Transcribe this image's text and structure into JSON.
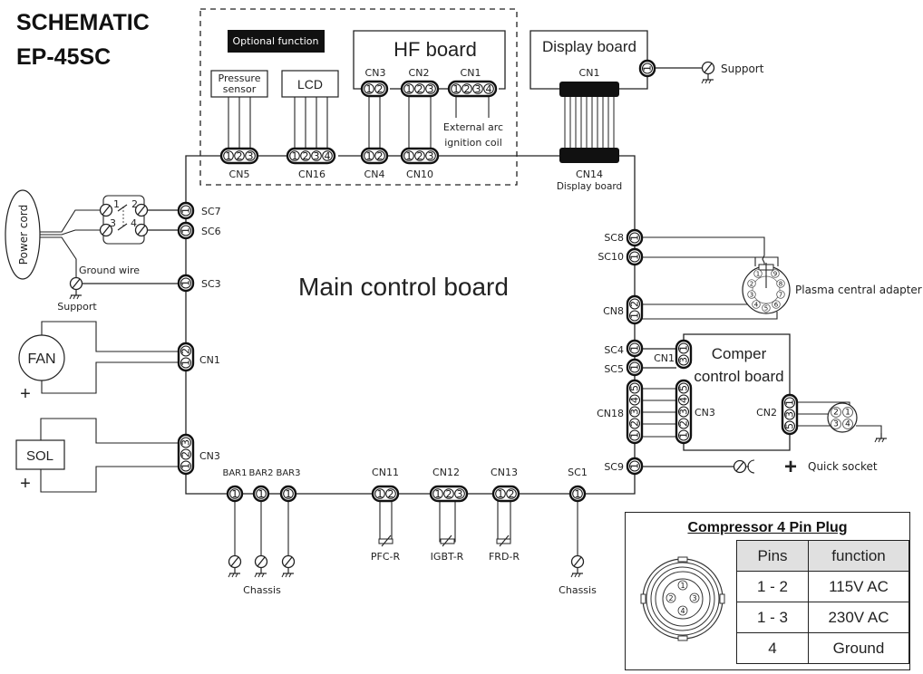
{
  "title": {
    "line1": "SCHEMATIC",
    "line2": "EP-45SC"
  },
  "optional": {
    "label": "Optional function",
    "pressure_sensor": [
      "Pressure",
      "sensor"
    ],
    "lcd": "LCD"
  },
  "hf_board": {
    "title": "HF board",
    "cn3": "CN3",
    "cn2": "CN2",
    "cn1": "CN1",
    "coil": [
      "External arc",
      "ignition coil"
    ]
  },
  "display_board": {
    "title": "Display board",
    "cn1": "CN1",
    "support": "Support",
    "cn14": "CN14",
    "cn14_sub": "Display board"
  },
  "main_board": {
    "title": "Main control board"
  },
  "top_connectors": {
    "cn5": "CN5",
    "cn16": "CN16",
    "cn4": "CN4",
    "cn10": "CN10"
  },
  "left": {
    "power_cord": "Power cord",
    "switch_pins": [
      "1",
      "2",
      "3",
      "4"
    ],
    "ground_wire": "Ground wire",
    "support": "Support",
    "sc7": "SC7",
    "sc6": "SC6",
    "sc3": "SC3",
    "fan": "FAN",
    "fan_cn": "CN1",
    "sol": "SOL",
    "sol_cn": "CN3"
  },
  "bottom": {
    "bar1": "BAR1",
    "bar2": "BAR2",
    "bar3": "BAR3",
    "cn11": "CN11",
    "cn12": "CN12",
    "cn13": "CN13",
    "sc1": "SC1",
    "pfc": "PFC-R",
    "igbt": "IGBT-R",
    "frd": "FRD-R",
    "chassis": "Chassis",
    "chassis2": "Chassis"
  },
  "right": {
    "sc8": "SC8",
    "sc10": "SC10",
    "cn8": "CN8",
    "plasma": "Plasma central adapter",
    "adapter_pins": [
      "1",
      "2",
      "3",
      "4",
      "5",
      "6",
      "7",
      "8",
      "9"
    ],
    "sc4": "SC4",
    "sc5": "SC5",
    "cn18": "CN18",
    "sc9": "SC9",
    "comper_title": [
      "Comper",
      "control board"
    ],
    "comper_cn1": "CN1",
    "comper_cn3": "CN3",
    "comper_cn2": "CN2",
    "plug_pins": [
      "2",
      "1",
      "3",
      "4"
    ],
    "quick_socket": "Quick socket"
  },
  "compressor_table": {
    "title": "Compressor 4 Pin Plug",
    "headers": [
      "Pins",
      "function"
    ],
    "rows": [
      [
        "1 - 2",
        "115V AC"
      ],
      [
        "1 - 3",
        "230V AC"
      ],
      [
        "4",
        "Ground"
      ]
    ],
    "plug_pins": [
      "1",
      "2",
      "3",
      "4"
    ]
  }
}
